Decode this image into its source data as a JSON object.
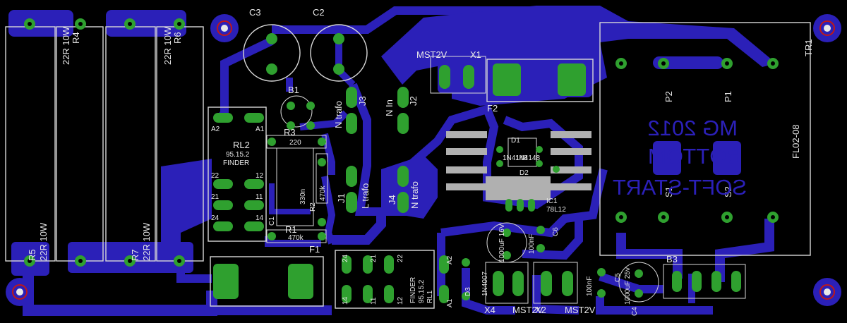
{
  "colors": {
    "background": "#000000",
    "copper": "#2b20b8",
    "pad": "#2fa02f",
    "silkscreen": "#e8e8e8",
    "top_layer": "#b0b0b0",
    "hole_ring": "#c01818"
  },
  "resistors": {
    "r4": {
      "name": "R4",
      "value": "22R 10W"
    },
    "r6": {
      "name": "R6",
      "value": "22R 10W"
    },
    "r5": {
      "name": "R5",
      "value": "22R 10W"
    },
    "r7": {
      "name": "R7",
      "value": "22R 10W"
    },
    "r3": {
      "name": "R3",
      "value": "220"
    },
    "r2": {
      "name": "R2",
      "value": "470k"
    },
    "r1": {
      "name": "R1",
      "value": "470k"
    }
  },
  "capacitors": {
    "c3": "C3",
    "c2": "C2",
    "c1": "C1",
    "c1_value": "330n",
    "c6": "C6",
    "c6_value": "100nF",
    "c7_value": "1000uF 16V",
    "c5": "C5",
    "c5_value": "100nF",
    "c4": "C4",
    "c4_value": "1000uF 25v"
  },
  "relays": {
    "rl2": {
      "name": "RL2",
      "brand": "FINDER",
      "model": "95.15.2",
      "pins": [
        "A2",
        "A1",
        "22",
        "12",
        "21",
        "11",
        "24",
        "14"
      ]
    },
    "rl1": {
      "name": "RL1",
      "brand": "FINDER",
      "model": "95.15.2",
      "pins": [
        "24",
        "21",
        "22",
        "14",
        "11",
        "12",
        "A2",
        "A1"
      ]
    }
  },
  "connectors": {
    "j3": {
      "name": "J3",
      "label": "N trafo"
    },
    "j2": {
      "name": "J2",
      "label": "N In"
    },
    "j1": {
      "name": "J1",
      "label": "L trafo"
    },
    "j4": {
      "name": "J4",
      "label": "N trafo"
    },
    "x1": {
      "name": "X1",
      "label": "MST2V"
    },
    "x2": {
      "name": "X2",
      "label": "MST2V"
    },
    "x4": {
      "name": "X4",
      "label": "MST2V"
    }
  },
  "semis": {
    "b1": "B1",
    "b3": "B3",
    "d1": "D1",
    "d2": "D2",
    "d3": "D3",
    "d1_part": "1N4148",
    "d2_part": "1N4148",
    "d3_part": "1N4007",
    "ic1": "IC1",
    "ic1_part": "78L12"
  },
  "fuses": {
    "f1": "F1",
    "f2": "F2"
  },
  "transformer": {
    "name": "TR1",
    "part": "FL02-08",
    "pins": [
      "P2",
      "P1",
      "S1",
      "S2"
    ]
  },
  "bottom_text": {
    "line1": "MG 2012",
    "line2": "BOTTOM",
    "line3": "SOFT-START"
  }
}
